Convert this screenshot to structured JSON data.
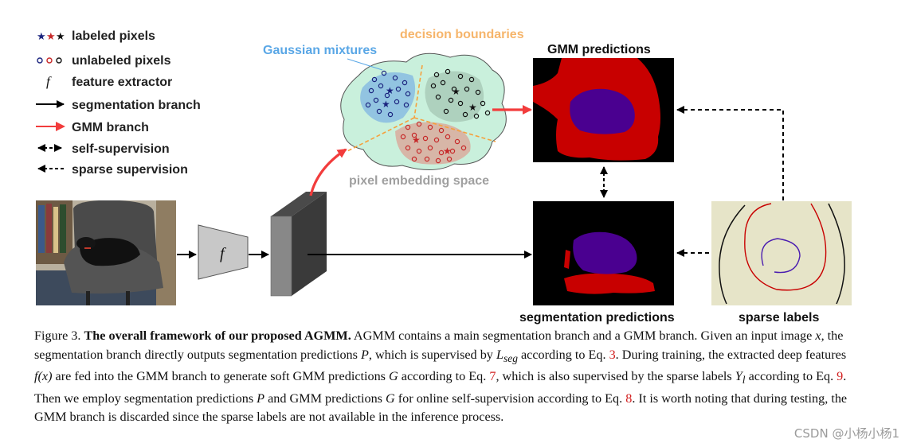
{
  "legend": [
    {
      "label": "labeled pixels"
    },
    {
      "label": "unlabeled pixels"
    },
    {
      "label": "feature extractor"
    },
    {
      "label": "segmentation branch"
    },
    {
      "label": "GMM branch"
    },
    {
      "label": "self-supervision"
    },
    {
      "label": "sparse supervision"
    }
  ],
  "legend_feature_symbol": "f",
  "extractor_symbol": "f",
  "cloud_labels": {
    "gaussian": "Gaussian mixtures",
    "boundaries": "decision boundaries",
    "space": "pixel embedding space"
  },
  "panels": {
    "gmm": "GMM predictions",
    "seg": "segmentation predictions",
    "sparse": "sparse labels"
  },
  "colors": {
    "labeled_star": [
      "#1a237e",
      "#c62828",
      "#111111"
    ],
    "gmm_branch": "#f23c3c",
    "gaussian_label": "#5aa7e6",
    "boundary_label": "#f6b56b",
    "space_label": "#a0a0a0",
    "prediction_red": "#c80000",
    "prediction_purple": "#4a0090"
  },
  "caption": {
    "fig_no": "Figure 3.",
    "title": "The overall framework of our proposed AGMM.",
    "s1": " AGMM contains a main segmentation branch and a GMM branch. Given an input image ",
    "x": "x",
    "s2": ", the segmentation branch directly outputs segmentation predictions ",
    "P": "P",
    "s3": ", which is supervised by ",
    "Lseg": "L",
    "seg_sub": "seg",
    "s4": " according to Eq. ",
    "eq3": "3",
    "s5": ". During training, the extracted deep features ",
    "fx": "f(x)",
    "s6": " are fed into the GMM branch to generate soft GMM predictions ",
    "G": "G",
    "s7": " according to Eq. ",
    "eq7": "7",
    "s8": ", which is also supervised by the sparse labels ",
    "Yl": "Y",
    "l_sub": "l",
    "s9": " according to Eq. ",
    "eq9": "9",
    "s10": ". Then we employ segmentation predictions ",
    "P2": "P",
    "s11": " and GMM predictions ",
    "G2": "G",
    "s12": " for online self-supervision according to Eq. ",
    "eq8": "8",
    "s13": ". It is worth noting that during testing, the GMM branch is discarded since the sparse labels are not available in the inference process."
  },
  "watermark": "CSDN @小杨小杨1"
}
